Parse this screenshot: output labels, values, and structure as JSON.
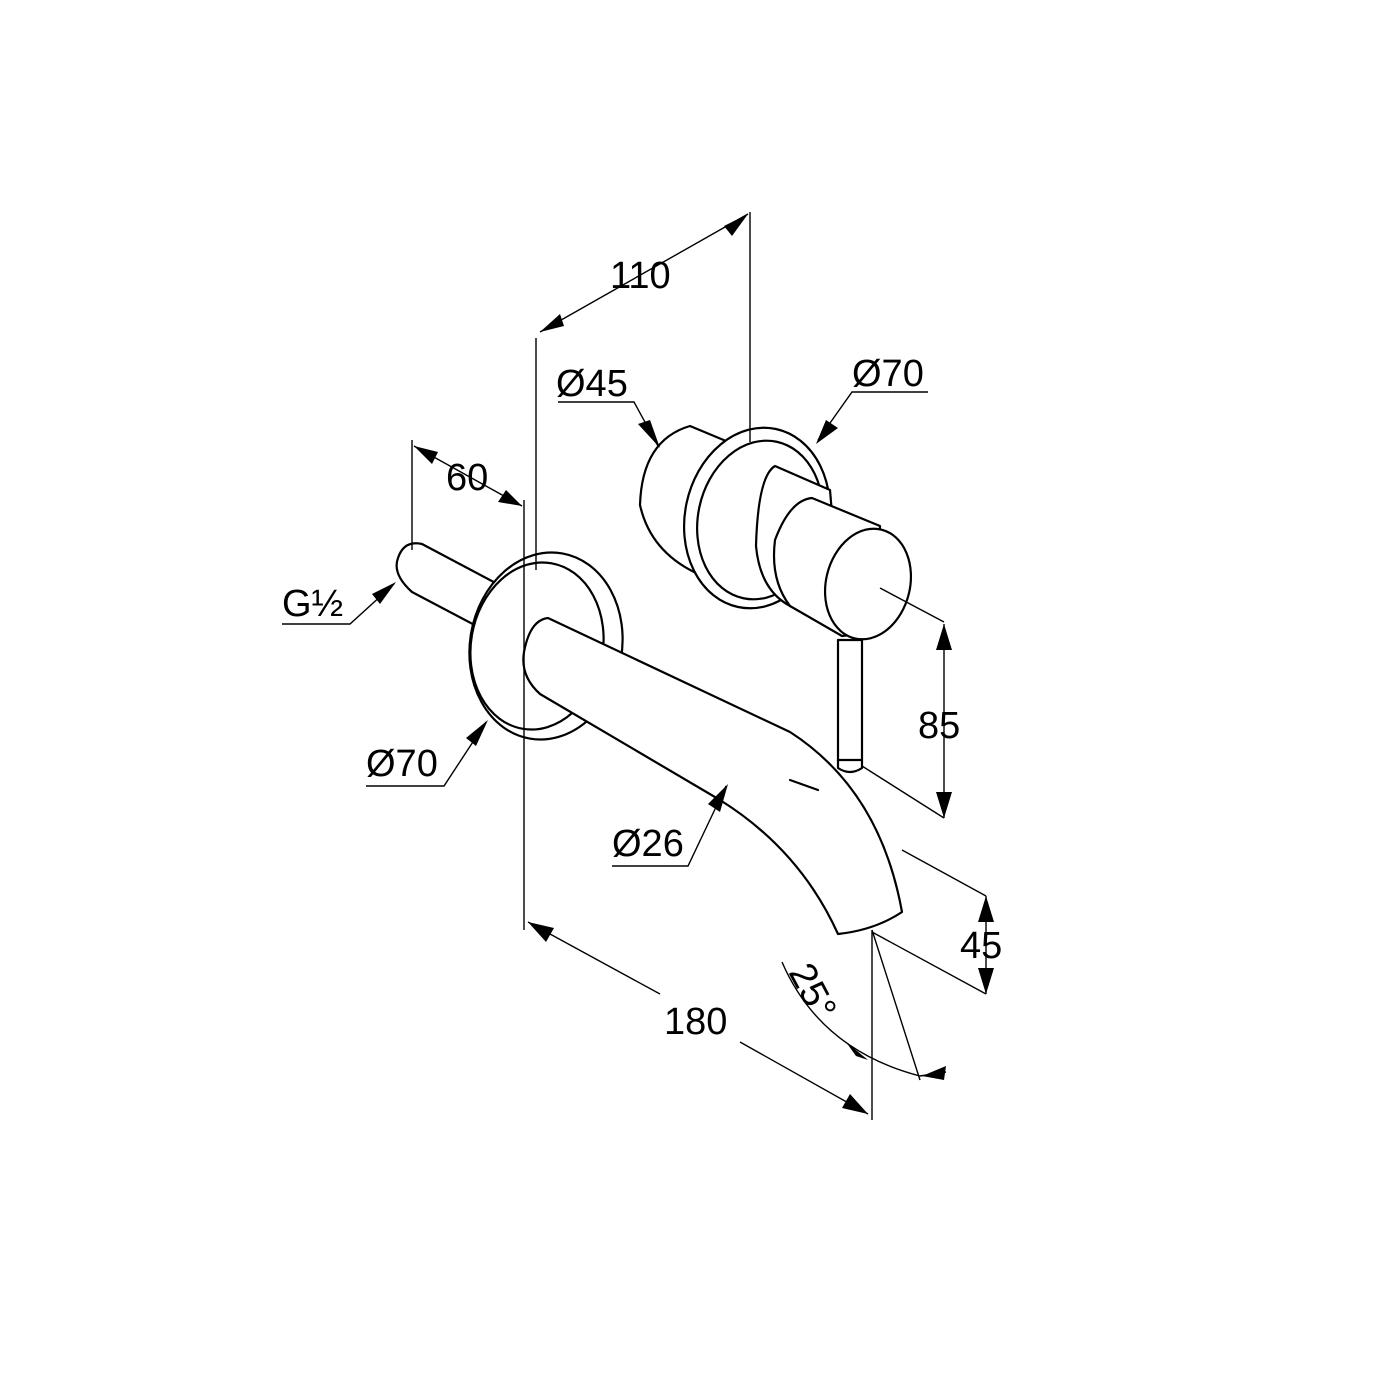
{
  "drawing": {
    "dimensions": {
      "depth_total": "110",
      "diameter_handle_body": "Ø45",
      "diameter_rosette_mixer": "Ø70",
      "depth_spout_connector": "60",
      "thread": "G½",
      "diameter_rosette_spout": "Ø70",
      "diameter_spout": "Ø26",
      "height_lever": "85",
      "spout_length": "180",
      "height_outlet": "45",
      "angle_outlet": "25°"
    },
    "colors": {
      "line": "#000000",
      "background": "#ffffff"
    }
  }
}
